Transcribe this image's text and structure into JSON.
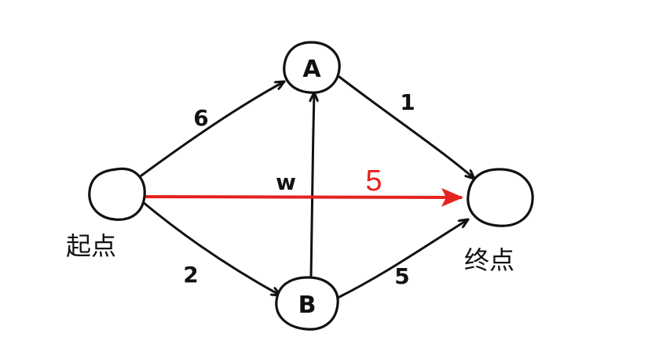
{
  "nodes": {
    "a": {
      "label": "A"
    },
    "b": {
      "label": "B"
    },
    "start": {
      "label": ""
    },
    "end": {
      "label": ""
    }
  },
  "captions": {
    "start": "起点",
    "end": "终点"
  },
  "edges": {
    "start_a": "6",
    "start_b": "2",
    "b_a": "w",
    "a_end": "1",
    "b_end": "5",
    "start_end_highlight": "5"
  },
  "colors": {
    "ink": "#111111",
    "highlight": "#e5231f",
    "background": "#ffffff"
  }
}
